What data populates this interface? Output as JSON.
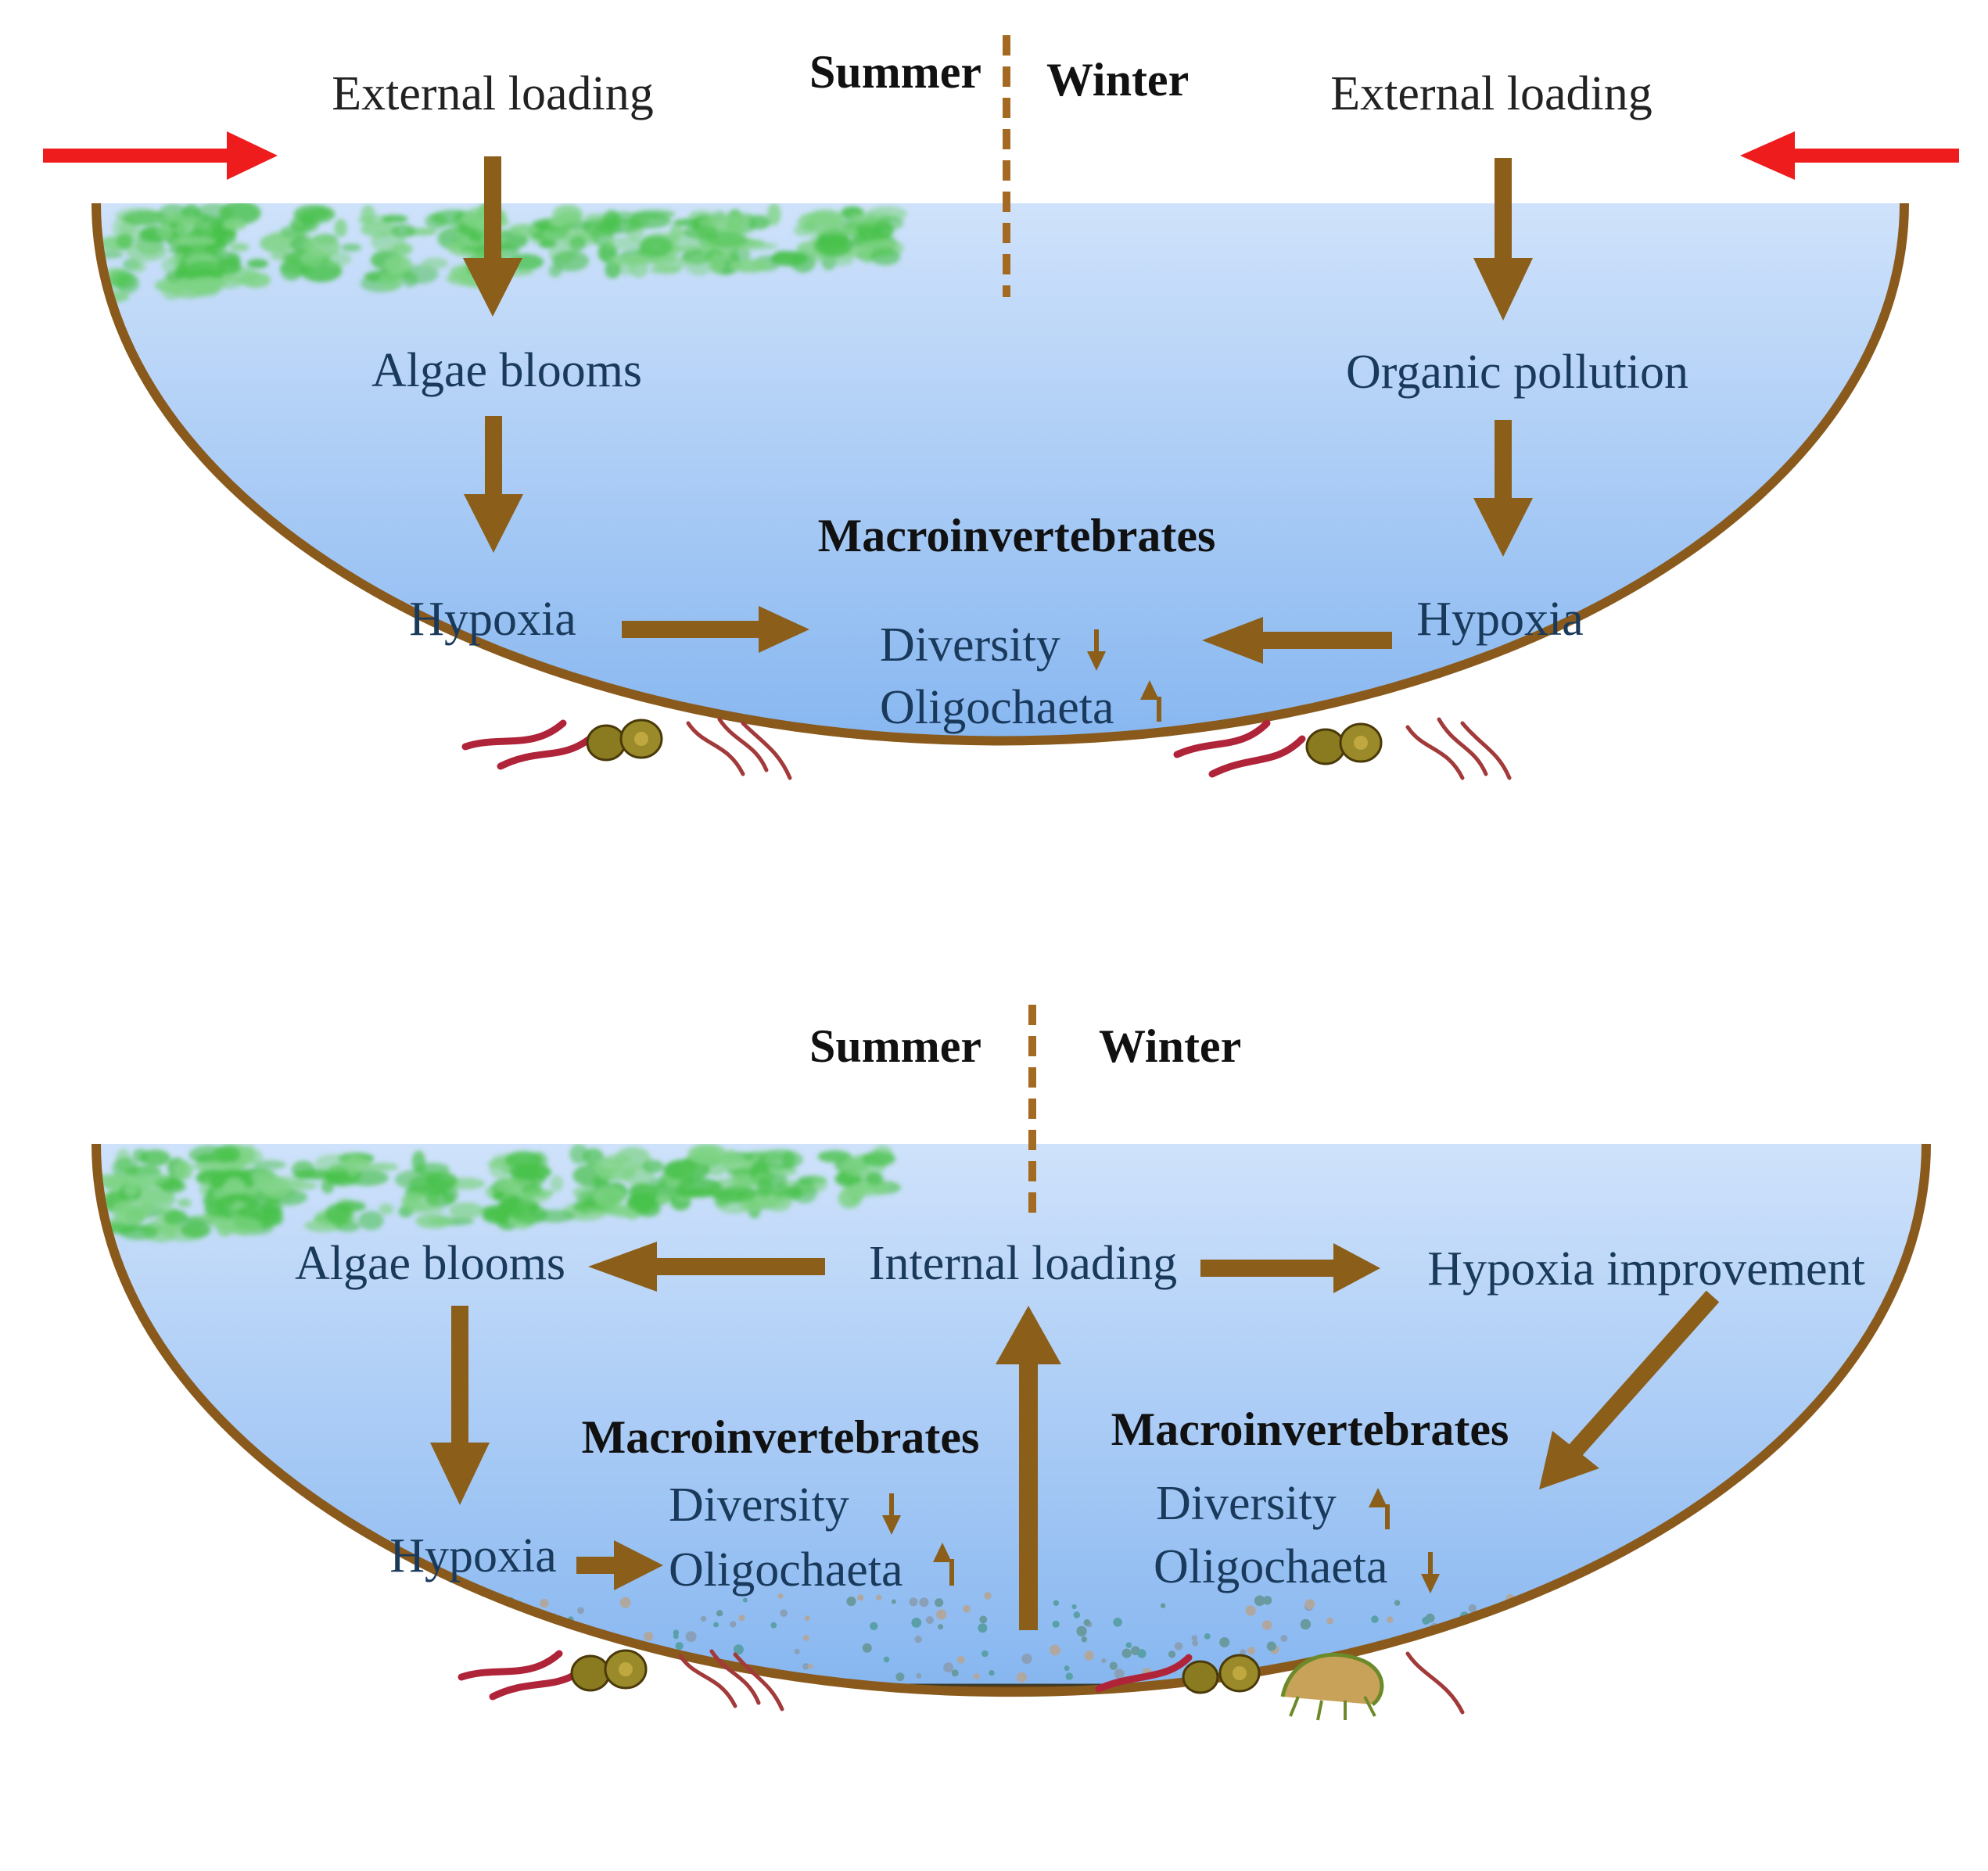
{
  "colors": {
    "water_top": "#cfe2fb",
    "water_bottom": "#86b6f0",
    "sediment": "#7a5216",
    "basin_rim": "#8a5a1c",
    "flow_arrow": "#8b5e1a",
    "input_arrow": "#ee1c1c",
    "algae": "#48c24a",
    "worm": "#b0243a",
    "label_text": "#1a3a5c"
  },
  "top_panel": {
    "summer_label": "Summer",
    "winter_label": "Winter",
    "summer": {
      "external_loading": "External loading",
      "algae_blooms": "Algae blooms",
      "hypoxia": "Hypoxia"
    },
    "winter": {
      "external_loading": "External loading",
      "organic_pollution": "Organic pollution",
      "hypoxia": "Hypoxia"
    },
    "macro": {
      "title": "Macroinvertebrates",
      "diversity": "Diversity",
      "diversity_trend": "down",
      "oligochaeta": "Oligochaeta",
      "oligochaeta_trend": "up"
    }
  },
  "bottom_panel": {
    "summer_label": "Summer",
    "winter_label": "Winter",
    "internal_loading": "Internal loading",
    "algae_blooms": "Algae blooms",
    "hypoxia": "Hypoxia",
    "hypoxia_improvement": "Hypoxia improvement",
    "summer_macro": {
      "title": "Macroinvertebrates",
      "diversity": "Diversity",
      "diversity_trend": "down",
      "oligochaeta": "Oligochaeta",
      "oligochaeta_trend": "up"
    },
    "winter_macro": {
      "title": "Macroinvertebrates",
      "diversity": "Diversity",
      "diversity_trend": "up",
      "oligochaeta": "Oligochaeta",
      "oligochaeta_trend": "down"
    }
  }
}
